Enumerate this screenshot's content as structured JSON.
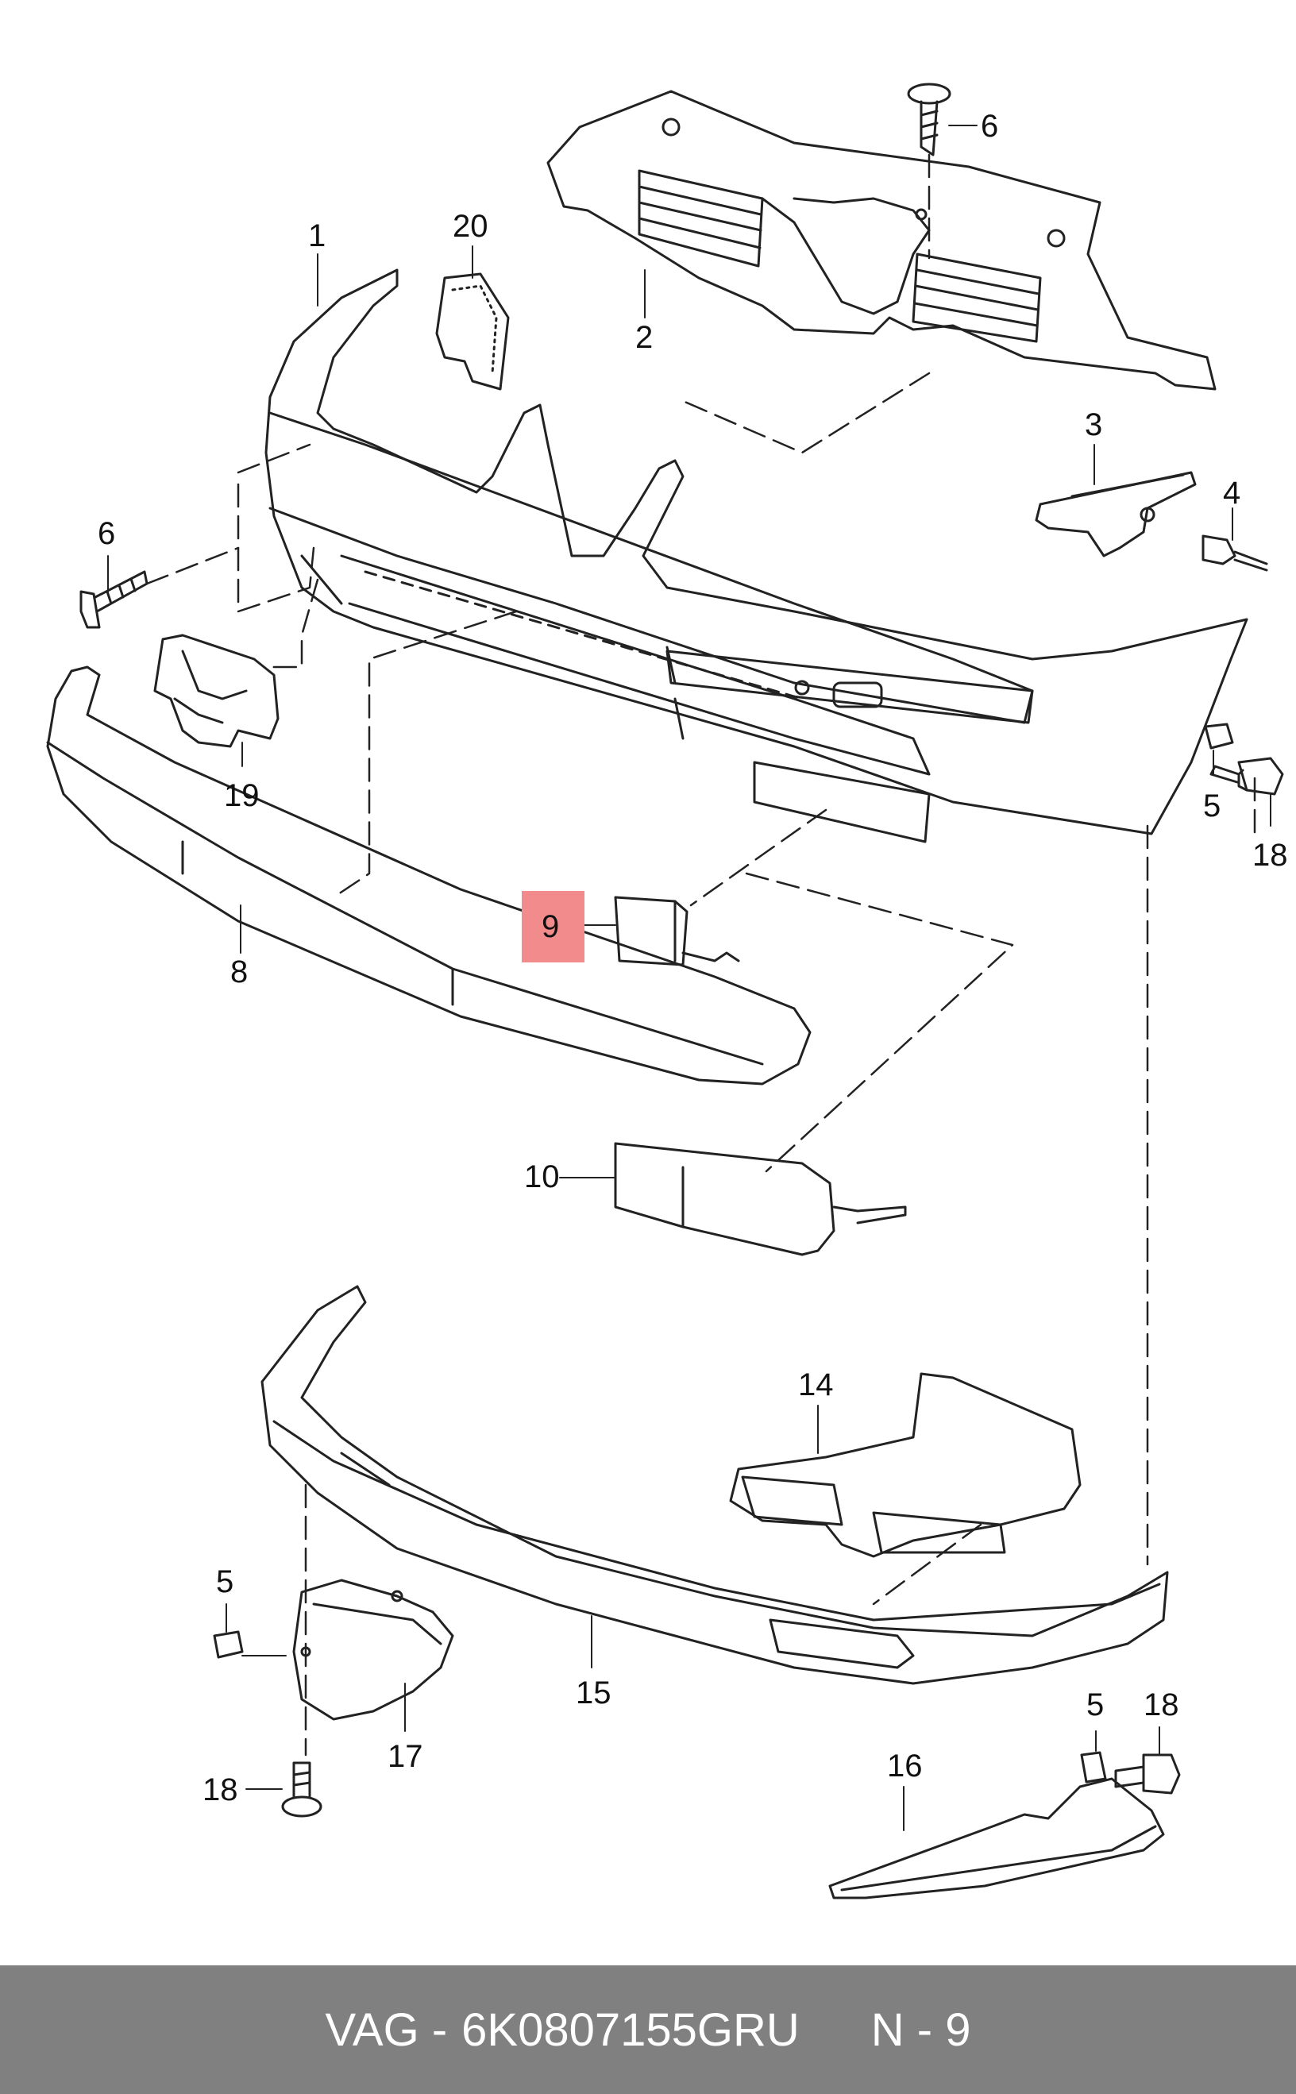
{
  "labels": {
    "1": "1",
    "2": "2",
    "3": "3",
    "4": "4",
    "5": "5",
    "6": "6",
    "8": "8",
    "9": "9",
    "10": "10",
    "14": "14",
    "15": "15",
    "16": "16",
    "17": "17",
    "18": "18",
    "19": "19",
    "20": "20"
  },
  "highlight_color": "#f28b8b",
  "footer": {
    "brand": "VAG -",
    "part_number": "6K0807155GRU",
    "position": "N - 9"
  },
  "footer_color": "#808080"
}
